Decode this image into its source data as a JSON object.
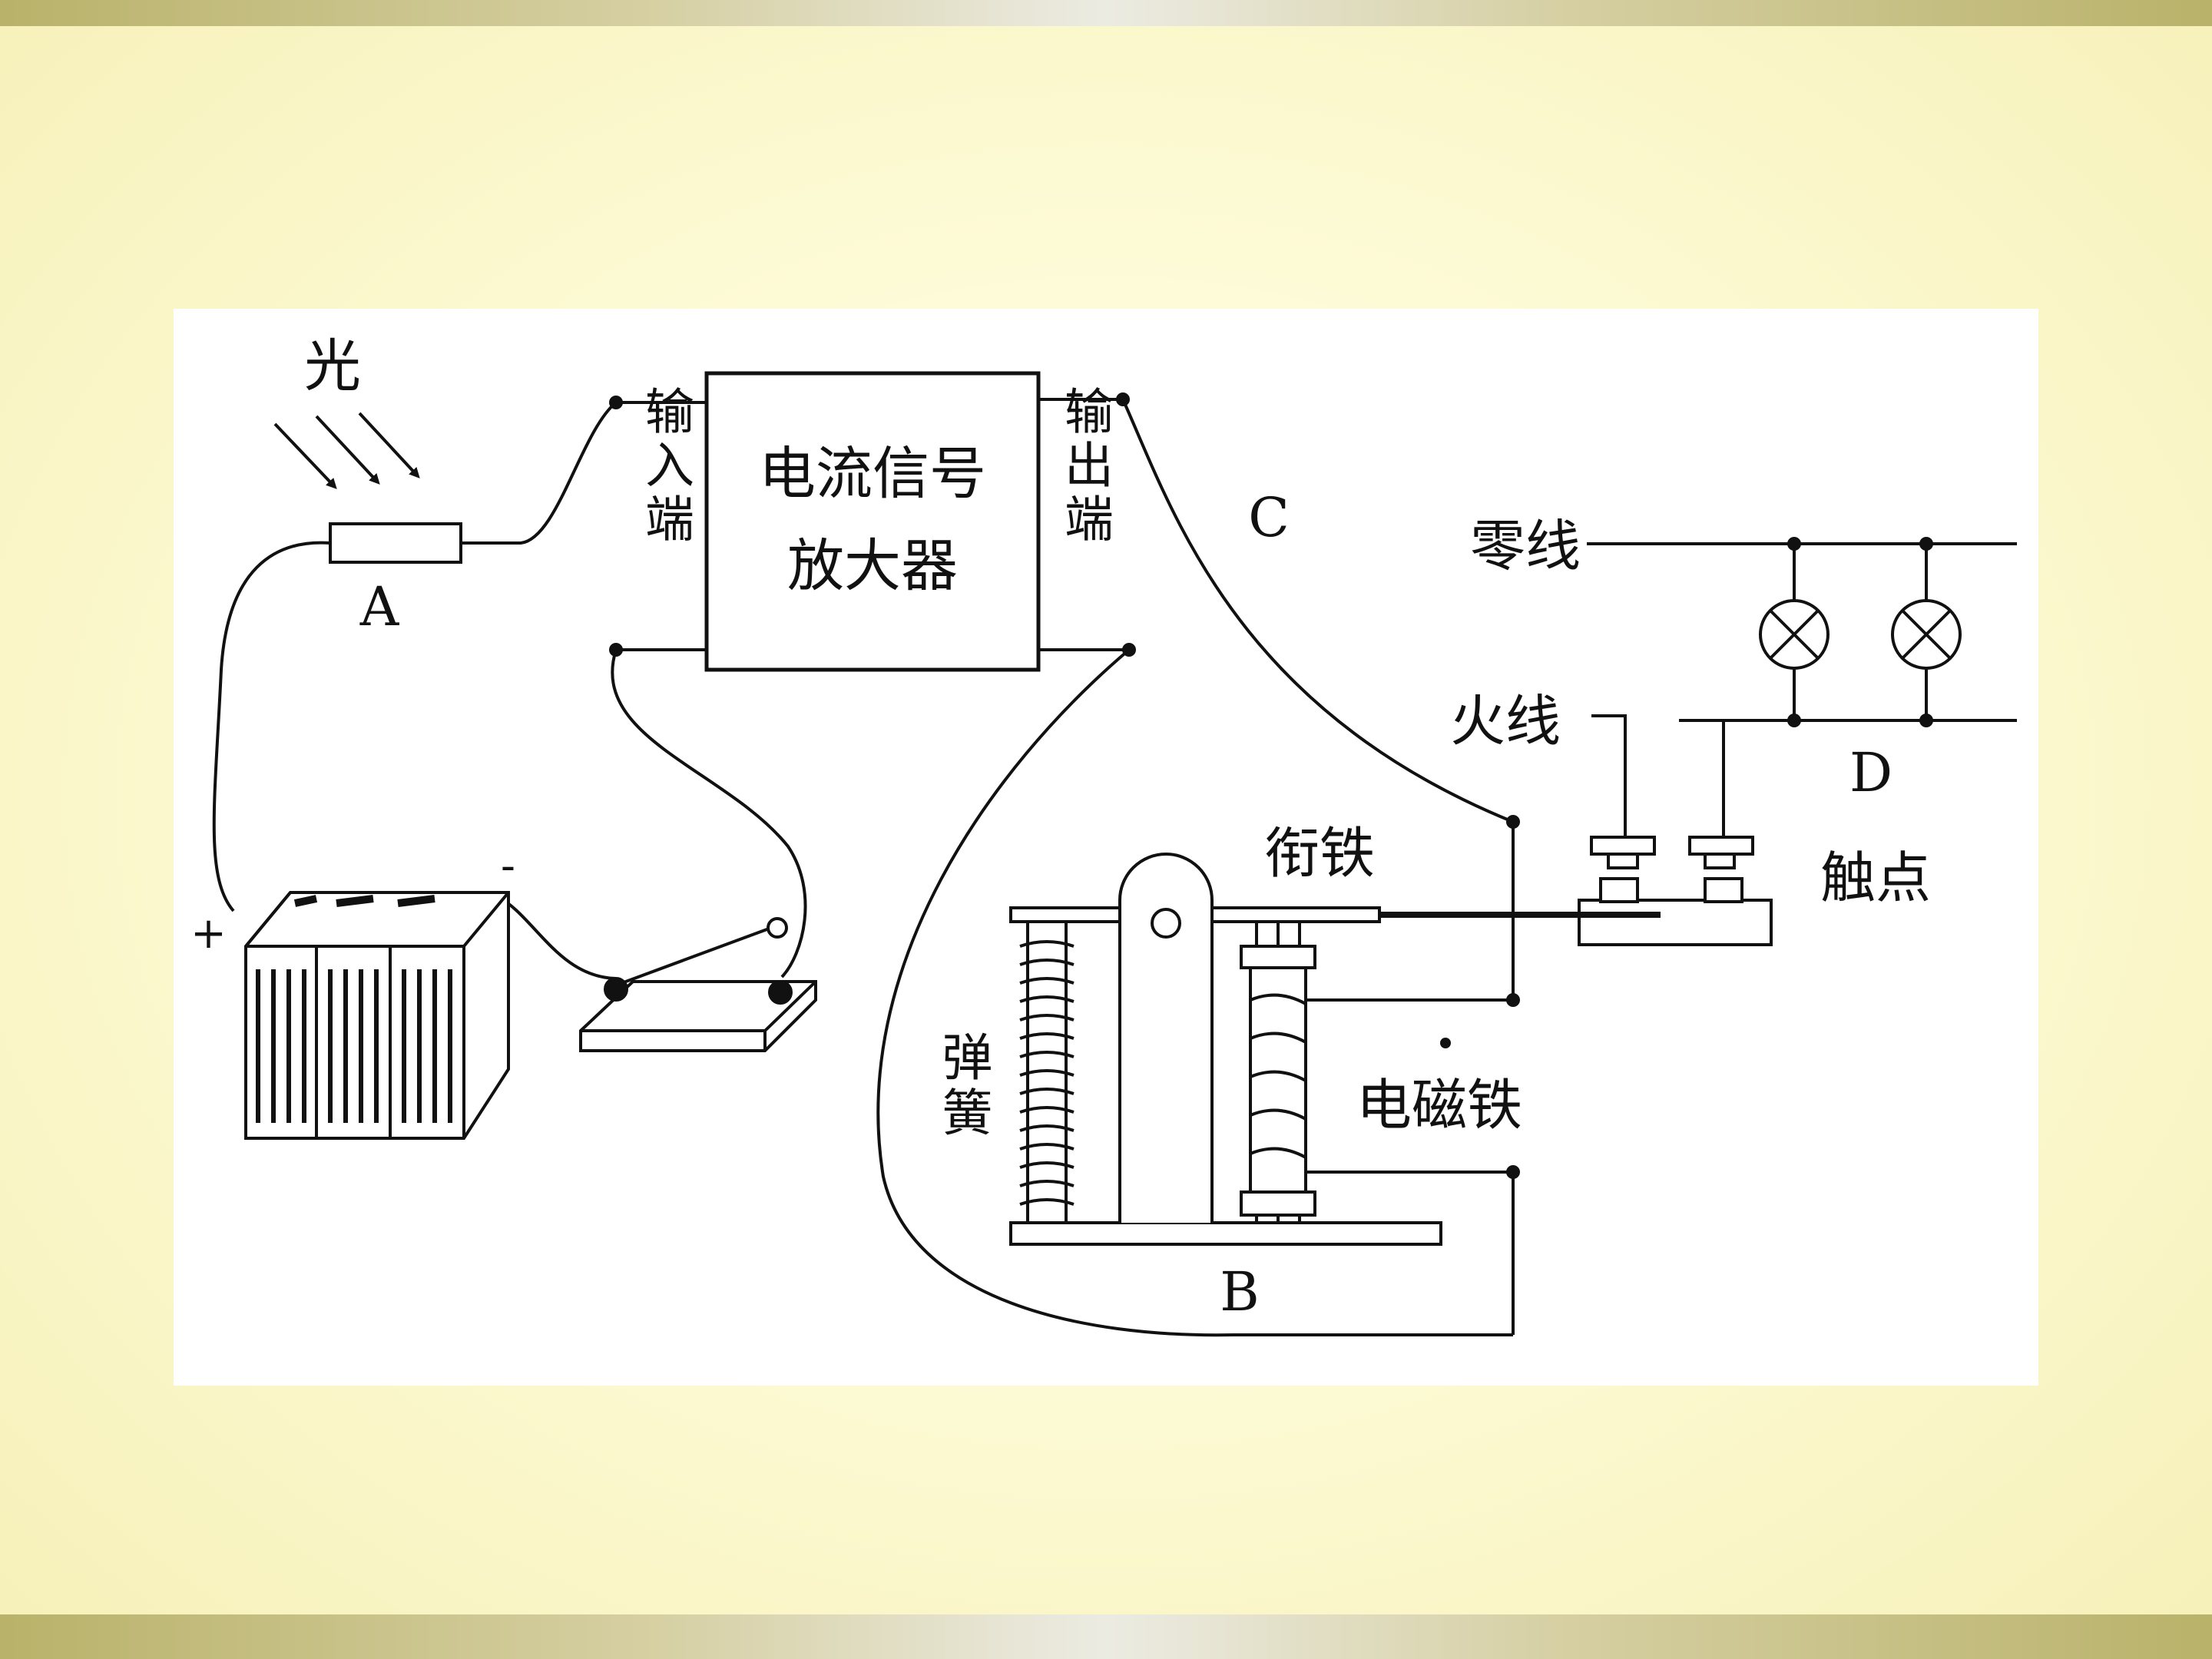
{
  "colors": {
    "line": "#111111",
    "paper": "#ffffff",
    "background": "#fdfbd6",
    "band": "#b9b26a"
  },
  "labels": {
    "light": "光",
    "photoresistor": "A",
    "input_terminal": "输入端",
    "amplifier": "电流信号放大器",
    "amplifier_line1": "电流信号",
    "amplifier_line2": "放大器",
    "output_terminal": "输出端",
    "wire_c": "C",
    "neutral_wire": "零线",
    "live_wire": "火线",
    "armature": "衔铁",
    "spring": "弹簧",
    "electromagnet": "电磁铁",
    "relay_base": "B",
    "lamps": "D",
    "contacts": "触点",
    "plus": "+",
    "minus": "-"
  }
}
